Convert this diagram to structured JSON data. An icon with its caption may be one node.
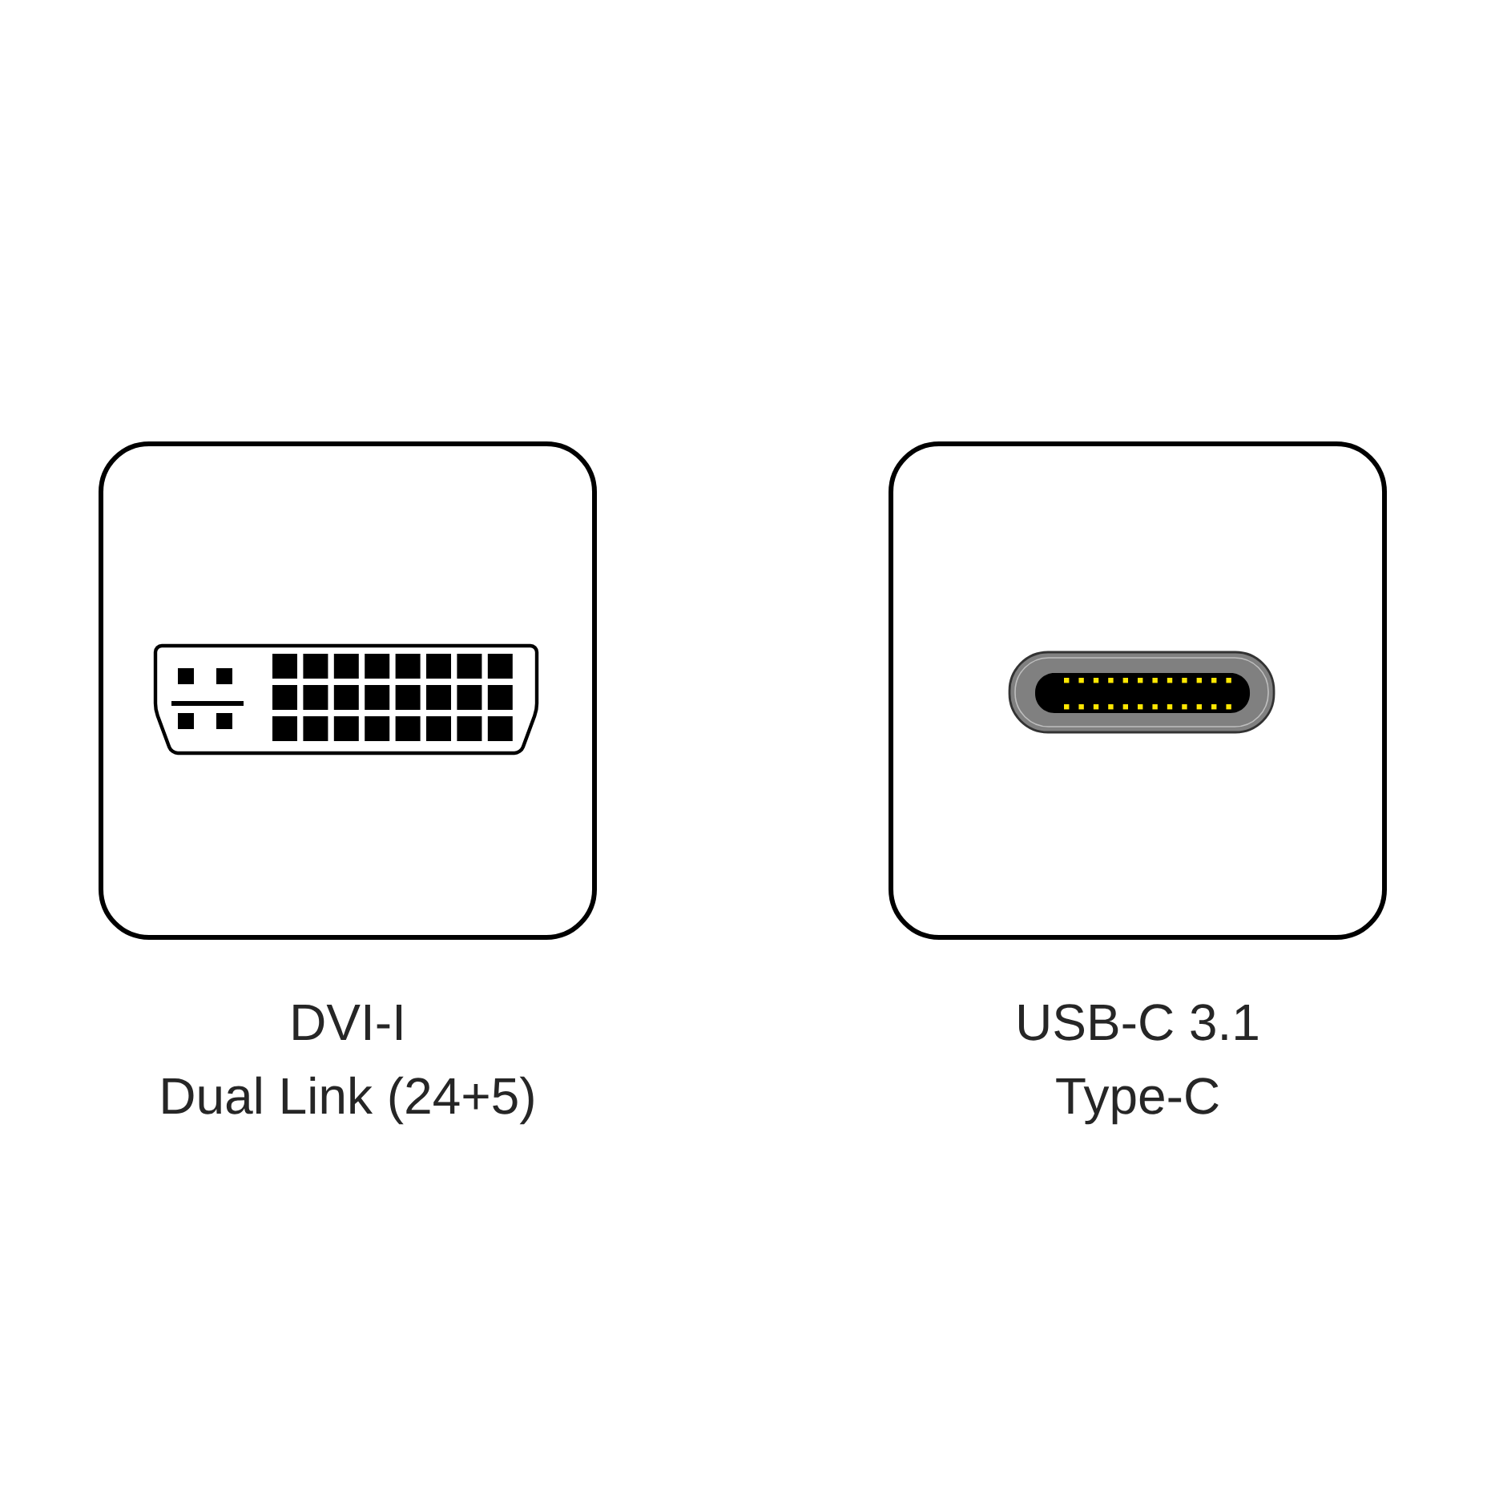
{
  "diagram": {
    "nodes": [
      {
        "text": [
          "DVI-I",
          "Dual Link (24+5)"
        ]
      },
      {
        "text": [
          "USB-C 3.1",
          "Type-C"
        ]
      }
    ]
  }
}
